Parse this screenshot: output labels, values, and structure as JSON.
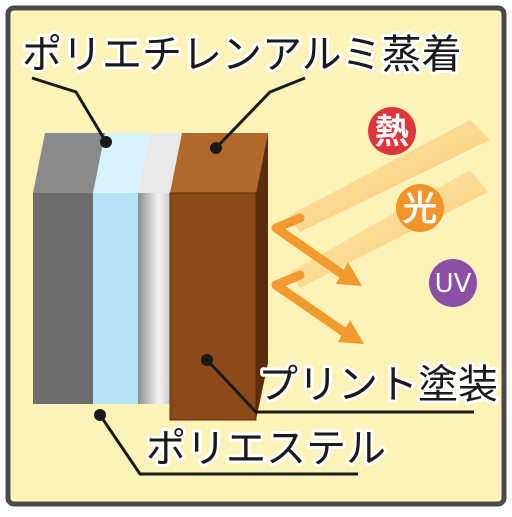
{
  "colors": {
    "background": "#fdf3b8",
    "frame": "#4a4a4a",
    "arrow": "#f39a2e",
    "heat": "#e0343d",
    "light": "#f2942a",
    "uv": "#8b4fa6"
  },
  "labels": {
    "polyethylene": "ポリエチレン",
    "aluminum": "アルミ蒸着",
    "print_coating": "プリント塗装",
    "polyester": "ポリエステル"
  },
  "badges": {
    "heat": "熱",
    "light": "光",
    "uv": "UV"
  }
}
